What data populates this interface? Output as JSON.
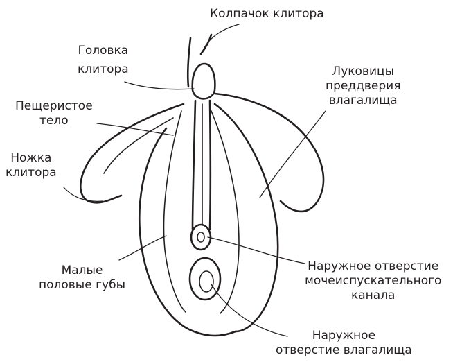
{
  "labels": {
    "clitoral_hood": "Колпачок клитора",
    "glans_line1": "Головка",
    "glans_line2": "клитора",
    "body_line1": "Пещеристое",
    "body_line2": "тело",
    "crus_line1": "Ножка",
    "crus_line2": "клитора",
    "bulbs_line1": "Луковицы",
    "bulbs_line2": "преддверия",
    "bulbs_line3": "влагалища",
    "labia_line1": "Малые",
    "labia_line2": "половые губы",
    "urethra_line1": "Наружное отверстие",
    "urethra_line2": "мочеиспускательного",
    "urethra_line3": "канала",
    "vagina_line1": "Наружное",
    "vagina_line2": "отверстие влагалища"
  }
}
